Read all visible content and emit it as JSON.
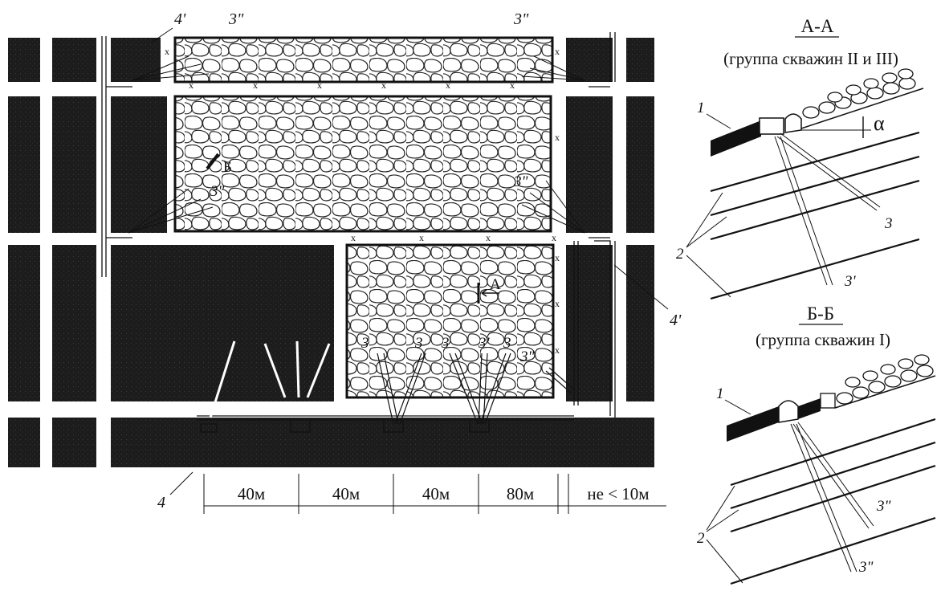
{
  "plan": {
    "top_labels": [
      "4'",
      "3\"",
      "3\""
    ],
    "section_marks": [
      "Б",
      "А"
    ],
    "rubble_labels": [
      "3\"",
      "3\""
    ],
    "hole_labels": [
      "3",
      "3",
      "3",
      "3'",
      "3",
      "3\""
    ],
    "side_label": "4'",
    "bottom_label": "4",
    "cross_mark": "x",
    "dimensions": [
      "40м",
      "40м",
      "40м",
      "80м",
      "не < 10м"
    ]
  },
  "section_aa": {
    "title": "А-А",
    "subtitle": "(группа скважин II и III)",
    "labels": [
      "1",
      "2",
      "3",
      "3'"
    ],
    "angle_symbol": "α"
  },
  "section_bb": {
    "title": "Б-Б",
    "subtitle": "(группа скважин I)",
    "labels": [
      "1",
      "2",
      "3\"",
      "3\""
    ]
  }
}
